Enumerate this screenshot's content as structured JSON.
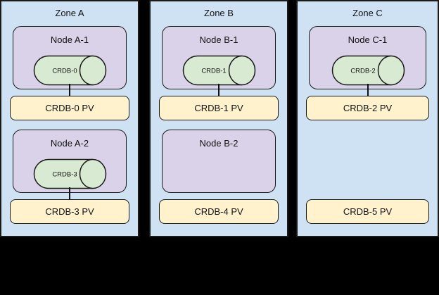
{
  "diagram": {
    "background": "#000000",
    "colors": {
      "zone_fill": "#cfe2f3",
      "node_fill": "#d9d2e9",
      "pod_fill": "#d9ead3",
      "pv_fill": "#fff2cc",
      "stroke": "#1a1a1a"
    },
    "zones": [
      {
        "label": "Zone A",
        "rows": [
          {
            "node": "Node A-1",
            "pod": "CRDB-0",
            "pv": "CRDB-0 PV"
          },
          {
            "node": "Node A-2",
            "pod": "CRDB-3",
            "pv": "CRDB-3 PV"
          }
        ]
      },
      {
        "label": "Zone B",
        "rows": [
          {
            "node": "Node B-1",
            "pod": "CRDB-1",
            "pv": "CRDB-1 PV"
          },
          {
            "node": "Node B-2",
            "pod": null,
            "pv": "CRDB-4 PV"
          }
        ]
      },
      {
        "label": "Zone C",
        "rows": [
          {
            "node": "Node C-1",
            "pod": "CRDB-2",
            "pv": "CRDB-2 PV"
          },
          {
            "node": null,
            "pod": null,
            "pv": "CRDB-5 PV"
          }
        ]
      }
    ]
  }
}
